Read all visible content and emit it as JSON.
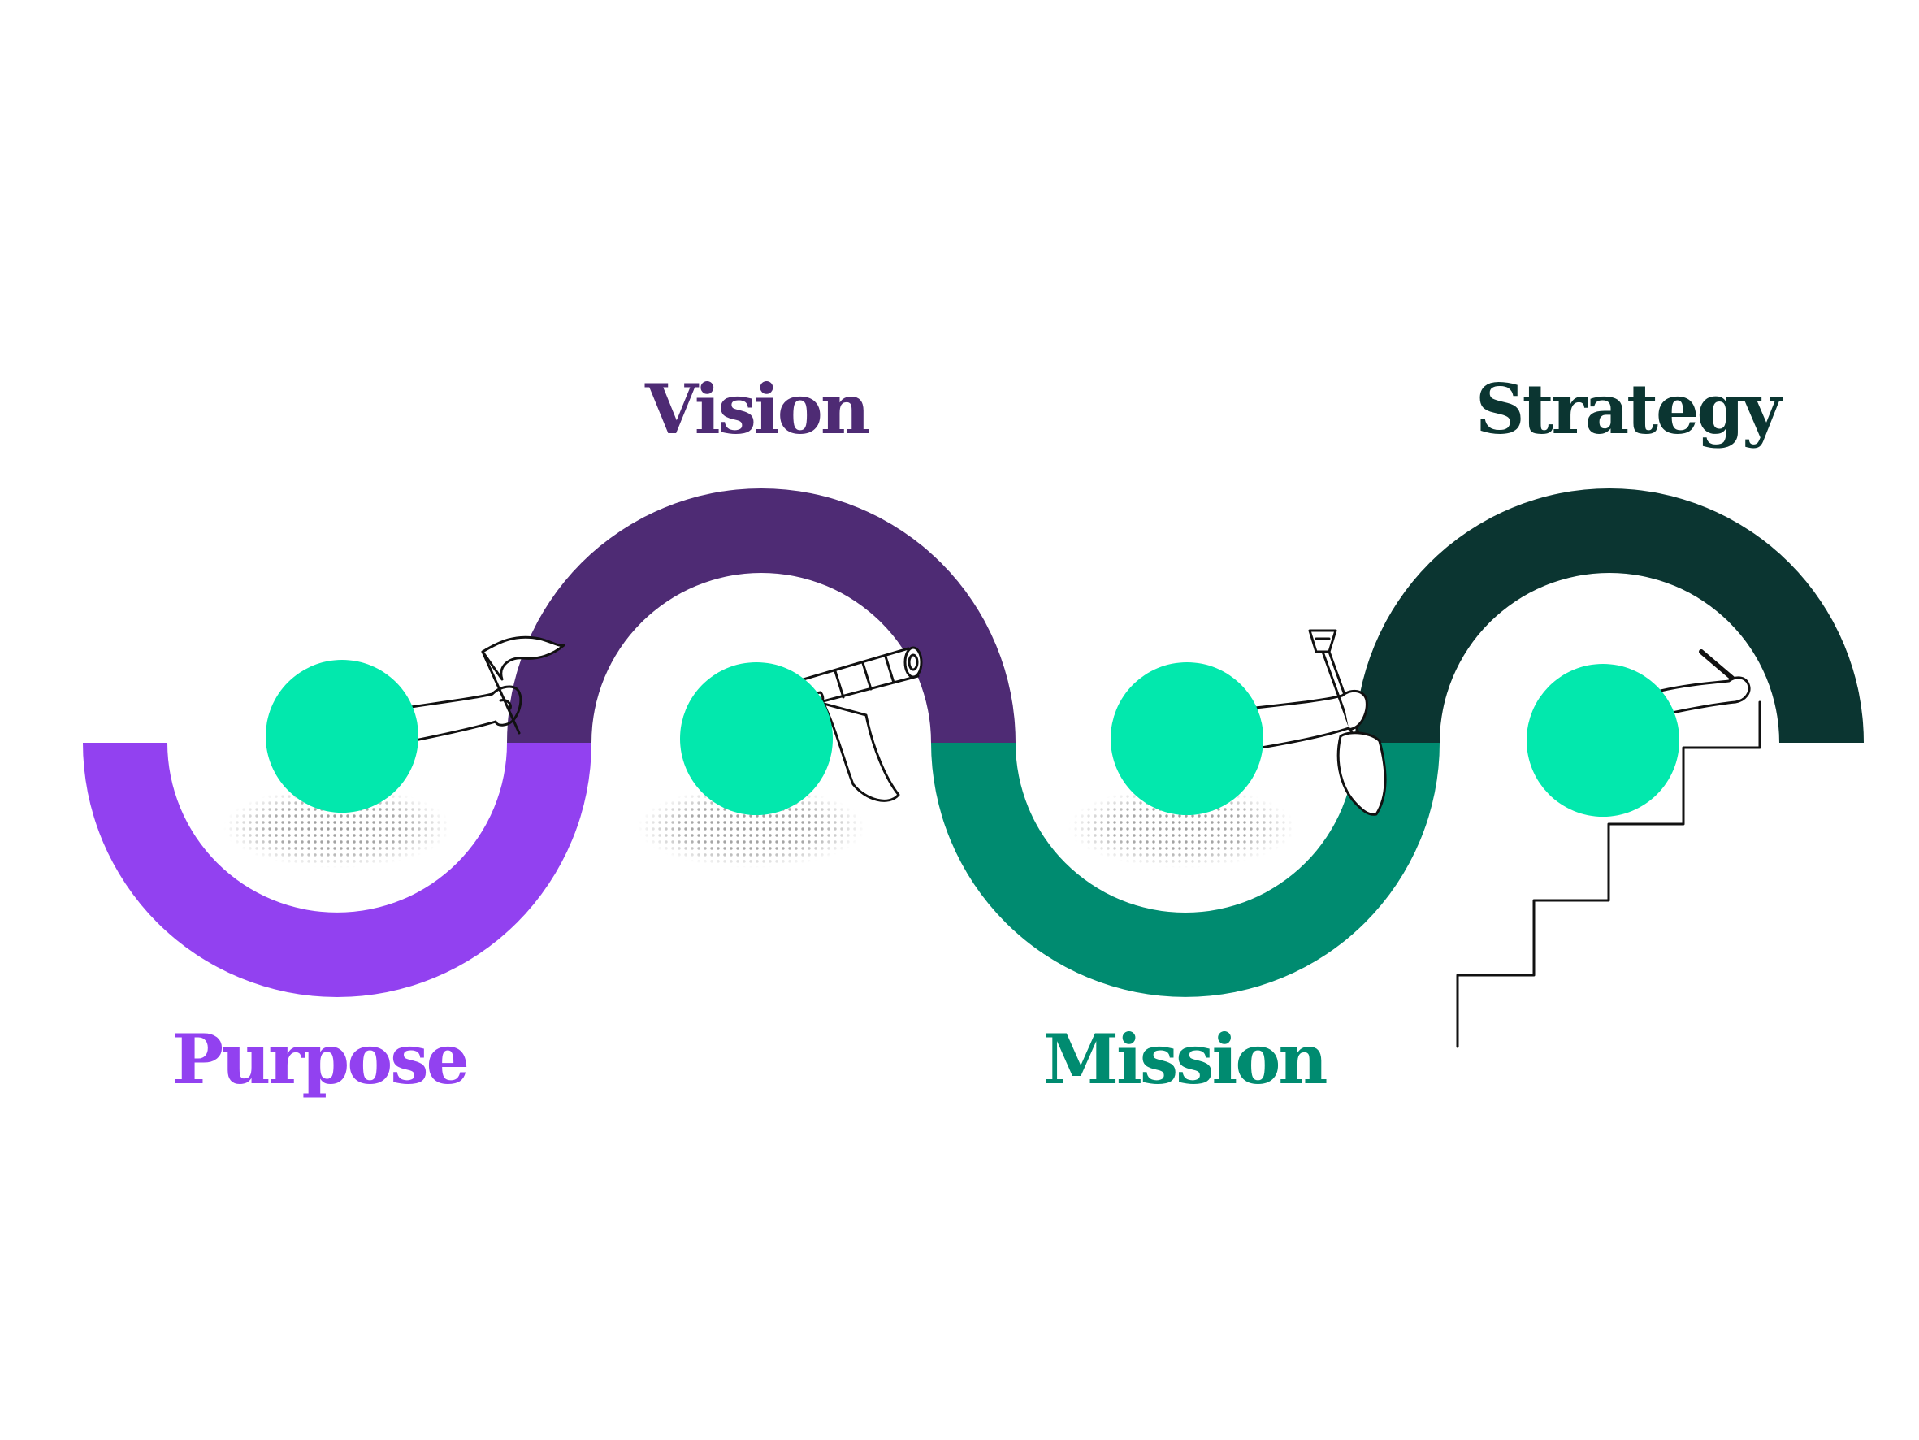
{
  "stages": [
    {
      "label": "Purpose",
      "color": "#9241F0",
      "icon": "hand-holding-flag-icon"
    },
    {
      "label": "Vision",
      "color": "#4E2B74",
      "icon": "hand-holding-telescope-icon"
    },
    {
      "label": "Mission",
      "color": "#008B70",
      "icon": "hand-holding-shovel-icon"
    },
    {
      "label": "Strategy",
      "color": "#0B3531",
      "icon": "hand-drawing-stairs-icon"
    }
  ],
  "colors": {
    "circle": "#02E8AD",
    "line": "#111111",
    "shadow": "#999999",
    "background": "#ffffff"
  }
}
